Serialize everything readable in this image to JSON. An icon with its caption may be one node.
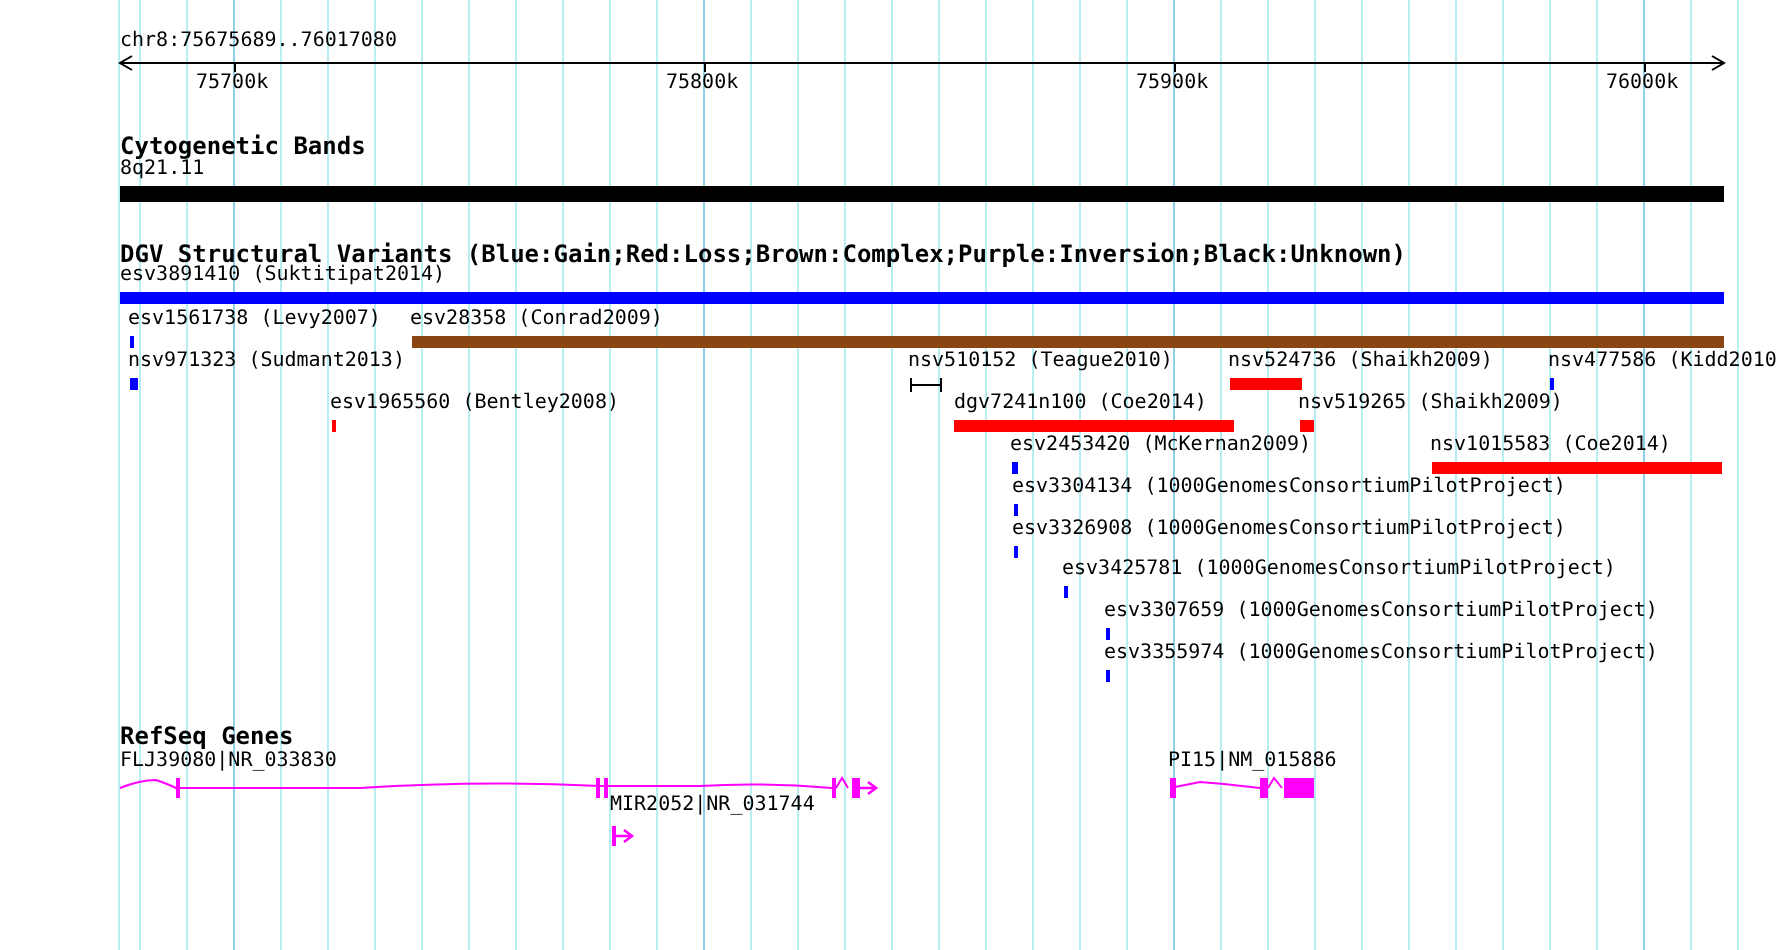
{
  "diagram": {
    "nodes": [
      {
        "text": [],
        "shape": "bar",
        "beside": [
          "8q21.11"
        ]
      },
      {
        "text": [],
        "shape": "bar",
        "beside": [
          "esv3891410 (Suktitipat2014)"
        ]
      },
      {
        "text": [],
        "shape": "bar",
        "beside": [
          "esv1561738 (Levy2007)"
        ]
      },
      {
        "text": [],
        "shape": "bar",
        "beside": [
          "esv28358 (Conrad2009)"
        ]
      },
      {
        "text": [],
        "shape": "bar",
        "beside": [
          "nsv971323 (Sudmant2013)"
        ]
      },
      {
        "text": [],
        "shape": "interval",
        "beside": [
          "nsv510152 (Teague2010)"
        ]
      },
      {
        "text": [],
        "shape": "bar",
        "beside": [
          "nsv524736 (Shaikh2009)"
        ]
      },
      {
        "text": [],
        "shape": "bar",
        "beside": [
          "nsv477586 (Kidd2010"
        ]
      },
      {
        "text": [],
        "shape": "bar",
        "beside": [
          "esv1965560 (Bentley2008)"
        ]
      },
      {
        "text": [],
        "shape": "bar",
        "beside": [
          "dgv7241n100 (Coe2014)"
        ]
      },
      {
        "text": [],
        "shape": "bar",
        "beside": [
          "nsv519265 (Shaikh2009)"
        ]
      },
      {
        "text": [],
        "shape": "bar",
        "beside": [
          "esv2453420 (McKernan2009)"
        ]
      },
      {
        "text": [],
        "shape": "bar",
        "beside": [
          "nsv1015583 (Coe2014)"
        ]
      },
      {
        "text": [],
        "shape": "bar",
        "beside": [
          "esv3304134 (1000GenomesConsortiumPilotProject)"
        ]
      },
      {
        "text": [],
        "shape": "bar",
        "beside": [
          "esv3326908 (1000GenomesConsortiumPilotProject)"
        ]
      },
      {
        "text": [],
        "shape": "bar",
        "beside": [
          "esv3425781 (1000GenomesConsortiumPilotProject)"
        ]
      },
      {
        "text": [],
        "shape": "bar",
        "beside": [
          "esv3307659 (1000GenomesConsortiumPilotProject)"
        ]
      },
      {
        "text": [],
        "shape": "bar",
        "beside": [
          "esv3355974 (1000GenomesConsortiumPilotProject)"
        ]
      },
      {
        "text": [],
        "shape": "gene",
        "beside": [
          "FLJ39080|NR_033830"
        ]
      },
      {
        "text": [],
        "shape": "gene",
        "beside": [
          "MIR2052|NR_031744"
        ]
      },
      {
        "text": [],
        "shape": "gene",
        "beside": [
          "PI15|NM_015886"
        ]
      }
    ],
    "labels": [
      "chr8:75675689..76017080",
      "75700k",
      "75800k",
      "75900k",
      "76000k",
      "Cytogenetic Bands",
      "DGV Structural Variants (Blue:Gain;Red:Loss;Brown:Complex;Purple:Inversion;Black:Unknown)",
      "RefSeq Genes"
    ]
  }
}
